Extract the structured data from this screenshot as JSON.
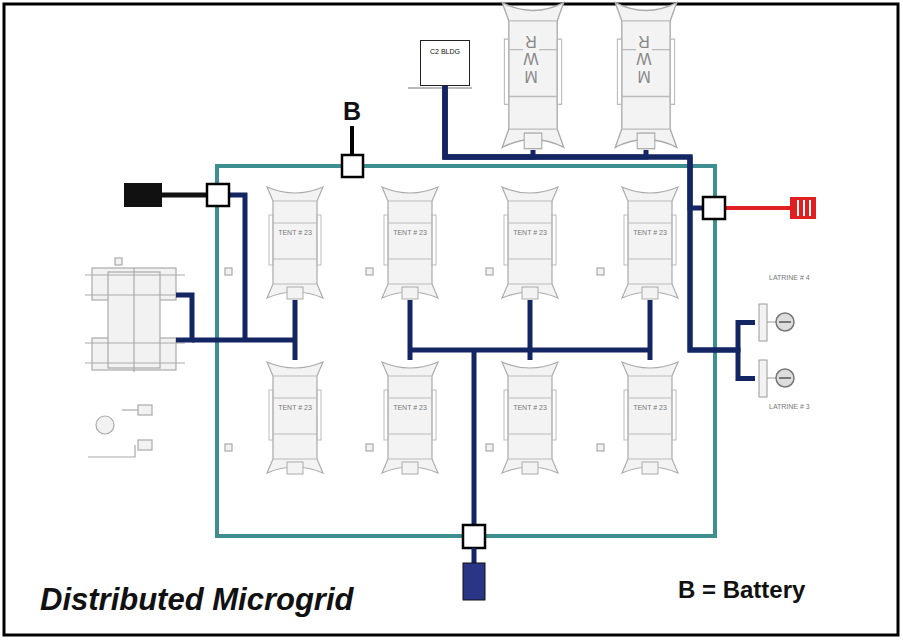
{
  "diagram": {
    "title": "Distributed Microgrid",
    "nodes": [
      {
        "text": [
          "C2 BLDG"
        ]
      },
      {
        "text": [
          "MWR"
        ]
      },
      {
        "text": [
          "MWR"
        ]
      },
      {
        "text": [
          "TENT # 23"
        ]
      },
      {
        "text": [
          "TENT # 23"
        ]
      },
      {
        "text": [
          "TENT # 23"
        ]
      },
      {
        "text": [
          "TENT # 23"
        ]
      },
      {
        "text": [
          "TENT # 23"
        ]
      },
      {
        "text": [
          "TENT # 23"
        ]
      },
      {
        "text": [
          "TENT # 23"
        ]
      },
      {
        "text": [
          "TENT # 23"
        ]
      },
      {
        "text": [
          "LATRINE # 4"
        ]
      },
      {
        "text": [
          "LATRINE # 3"
        ]
      }
    ],
    "edges": [
      {
        "from": 0,
        "to": 1,
        "arrow": "none"
      },
      {
        "from": 0,
        "to": 2,
        "arrow": "none"
      },
      {
        "from": 0,
        "to": 11,
        "arrow": "none"
      },
      {
        "from": 0,
        "to": 12,
        "arrow": "none"
      },
      {
        "from": 3,
        "to": 7,
        "arrow": "none"
      },
      {
        "from": 4,
        "to": 8,
        "arrow": "none"
      },
      {
        "from": 5,
        "to": 9,
        "arrow": "none"
      },
      {
        "from": 6,
        "to": 10,
        "arrow": "none"
      }
    ],
    "labels": [
      "B"
    ],
    "legend": [
      {
        "text": "B = Battery"
      }
    ]
  }
}
